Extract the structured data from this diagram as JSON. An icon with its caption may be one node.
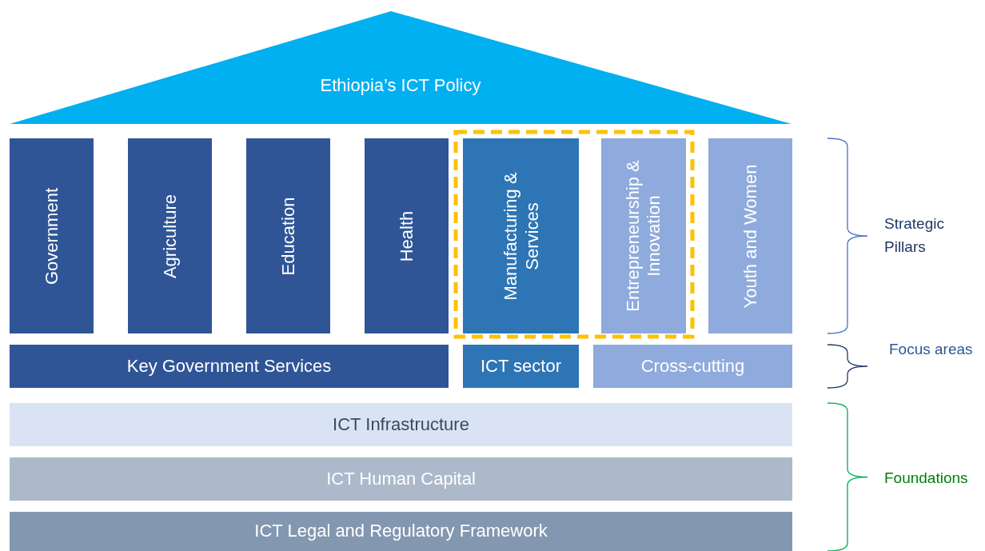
{
  "diagram": {
    "nodes": [
      {
        "text": [
          "Ethiopia’s ICT Policy"
        ]
      },
      {
        "text": [
          "Government"
        ]
      },
      {
        "text": [
          "Agriculture"
        ]
      },
      {
        "text": [
          "Education"
        ]
      },
      {
        "text": [
          "Health"
        ]
      },
      {
        "text": [],
        "shape": "box"
      },
      {
        "text": [
          "Manufacturing & Services"
        ],
        "in": 5
      },
      {
        "text": [
          "Entrepreneurship & Innovation"
        ],
        "in": 5
      },
      {
        "text": [
          "Youth and Women"
        ]
      },
      {
        "text": [
          "Key Government Services"
        ]
      },
      {
        "text": [
          "ICT sector"
        ]
      },
      {
        "text": [
          "Cross-cutting"
        ]
      },
      {
        "text": [
          "ICT Infrastructure"
        ]
      },
      {
        "text": [
          "ICT Human Capital"
        ]
      },
      {
        "text": [
          "ICT Legal and Regulatory Framework"
        ]
      }
    ],
    "labels": [
      "Strategic Pillars",
      "Focus areas",
      "Foundations"
    ]
  }
}
